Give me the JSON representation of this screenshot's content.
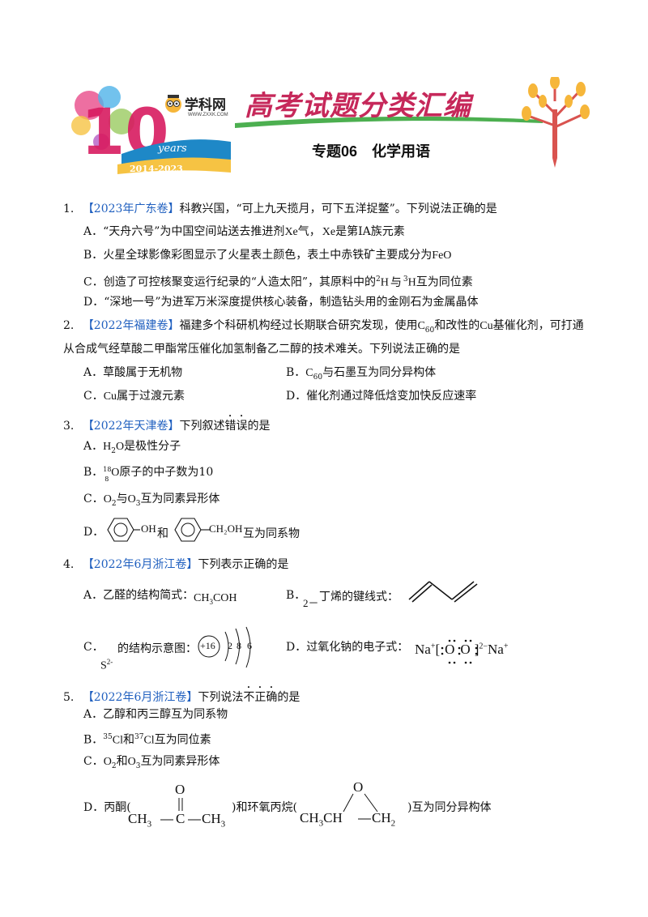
{
  "header": {
    "logo_brand": "学科网",
    "logo_url": "WWW.ZXXK.COM",
    "badge_years": "years",
    "badge_range": "2014-2023",
    "badge_number": "10",
    "banner_title": "高考试题分类汇编",
    "subtitle": "专题06　化学用语"
  },
  "q1": {
    "num": "1.",
    "source": "【2023年广东卷】",
    "stem": "科教兴国，“可上九天揽月，可下五洋捉鳖”。下列说法正确的是",
    "A": [
      "A．“天舟六号”为中国空间站送去推进剂",
      "Xe",
      "气，",
      "Xe",
      "是第IA族元素"
    ],
    "B": [
      "B．火星全球影像彩图显示了火星表土颜色，表土中赤铁矿主要成分为",
      "FeO"
    ],
    "C": [
      "C．创造了可控核聚变运行纪录的“人造太阳”，其原料中的",
      "2",
      "H",
      "与",
      "3",
      "H",
      "互为同位素"
    ],
    "D": "D．“深地一号”为进军万米深度提供核心装备，制造钻头用的金刚石为金属晶体"
  },
  "q2": {
    "num": "2.",
    "source": "【2022年福建卷】",
    "stem1": [
      "福建多个科研机构经过长期联合研究发现，使用",
      "C",
      "60",
      "和改性的",
      "Cu",
      "基催化剂，可打通"
    ],
    "stem2": "从合成气经草酸二甲酯常压催化加氢制备乙二醇的技术难关。下列说法正确的是",
    "A": "A．草酸属于无机物",
    "B": [
      "B．",
      "C",
      "60",
      "与石墨互为同分异构体"
    ],
    "C": [
      "C．",
      "Cu",
      "属于过渡元素"
    ],
    "D": "D．催化剂通过降低焓变加快反应速率"
  },
  "q3": {
    "num": "3.",
    "source": "【2022年天津卷】",
    "stem_pre": "下列叙述",
    "stem_em": "错误",
    "stem_post": "的是",
    "A": [
      "A．",
      "H",
      "2",
      "O",
      "是极性分子"
    ],
    "B": [
      "B．",
      "18",
      "8",
      "O",
      "原子的中子数为10"
    ],
    "C": [
      "C．",
      "O",
      "2",
      "与",
      "O",
      "3",
      "互为同素异形体"
    ],
    "D": [
      "D．",
      "OH",
      "和",
      "CH₂OH",
      "互为同系物"
    ]
  },
  "q4": {
    "num": "4.",
    "source": "【2022年6月浙江卷】",
    "stem": "下列表示正确的是",
    "A": [
      "A．乙醛的结构简式：",
      "CH",
      "3",
      "COH"
    ],
    "B": [
      "B．",
      "2－",
      "丁烯的键线式："
    ],
    "C": [
      "C．",
      "的结构示意图：",
      "S",
      "2-",
      "+16",
      "2",
      "8",
      "6"
    ],
    "D": [
      "D．过氧化钠的电子式：",
      "Na",
      "+",
      "[",
      "O",
      "O",
      "]",
      "2−",
      "Na",
      "+"
    ]
  },
  "q5": {
    "num": "5.",
    "source": "【2022年6月浙江卷】",
    "stem_pre": "下列说法",
    "stem_em": "不正确",
    "stem_post": "的是",
    "A": "A．乙醇和丙三醇互为同系物",
    "B": [
      "B．",
      "35",
      "Cl",
      "和",
      "37",
      "Cl",
      "互为同位素"
    ],
    "C": [
      "C．",
      "O",
      "2",
      "和",
      "O",
      "3",
      "互为同素异形体"
    ],
    "D": [
      "D．丙酮(",
      ")和环氧丙烷(",
      ")互为同分异构体"
    ],
    "acetone": [
      "O",
      "CH",
      "3",
      "C",
      "CH",
      "3"
    ],
    "epoxide": [
      "O",
      "CH",
      "3",
      "CH",
      "CH",
      "2"
    ]
  }
}
